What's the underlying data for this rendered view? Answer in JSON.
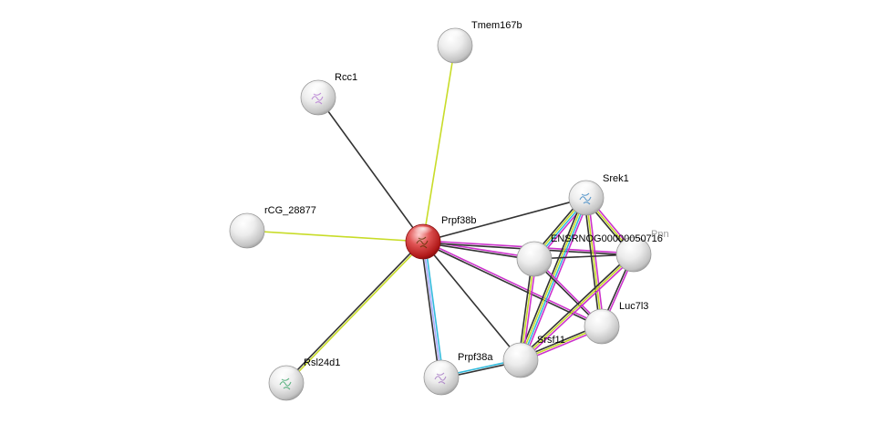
{
  "diagram": {
    "type": "protein-interaction-network",
    "nodes": [
      {
        "id": "prpf38b",
        "label": "Prpf38b",
        "query": true
      },
      {
        "id": "tmem167b",
        "label": "Tmem167b"
      },
      {
        "id": "rcc1",
        "label": "Rcc1"
      },
      {
        "id": "rcg28877",
        "label": "rCG_28877"
      },
      {
        "id": "rsl24d1",
        "label": "Rsl24d1"
      },
      {
        "id": "prpf38a",
        "label": "Prpf38a"
      },
      {
        "id": "srsf11",
        "label": "Srsf11"
      },
      {
        "id": "luc7l3",
        "label": "Luc7l3"
      },
      {
        "id": "ensrnog",
        "label": "ENSRNOG00000050716"
      },
      {
        "id": "srek1",
        "label": "Srek1"
      },
      {
        "id": "pnn",
        "label": "Pnn"
      }
    ],
    "edges": [
      {
        "from": "prpf38b",
        "to": "tmem167b",
        "types": [
          "textmining"
        ]
      },
      {
        "from": "prpf38b",
        "to": "rcc1",
        "types": [
          "coexpression"
        ]
      },
      {
        "from": "prpf38b",
        "to": "rcg28877",
        "types": [
          "textmining"
        ]
      },
      {
        "from": "prpf38b",
        "to": "rsl24d1",
        "types": [
          "textmining",
          "coexpression"
        ]
      },
      {
        "from": "prpf38b",
        "to": "prpf38a",
        "types": [
          "database",
          "homology",
          "coexpression"
        ]
      },
      {
        "from": "prpf38b",
        "to": "srsf11",
        "types": [
          "coexpression"
        ]
      },
      {
        "from": "prpf38b",
        "to": "srek1",
        "types": [
          "coexpression"
        ]
      },
      {
        "from": "prpf38b",
        "to": "ensrnog",
        "types": [
          "experiments",
          "coexpression"
        ]
      },
      {
        "from": "prpf38b",
        "to": "pnn",
        "types": [
          "experiments",
          "coexpression"
        ]
      },
      {
        "from": "prpf38b",
        "to": "luc7l3",
        "types": [
          "experiments",
          "coexpression"
        ]
      },
      {
        "from": "prpf38a",
        "to": "srsf11",
        "types": [
          "database",
          "coexpression"
        ]
      },
      {
        "from": "srek1",
        "to": "ensrnog",
        "types": [
          "experiments",
          "database",
          "textmining",
          "coexpression"
        ]
      },
      {
        "from": "srek1",
        "to": "srsf11",
        "types": [
          "experiments",
          "database",
          "textmining",
          "coexpression"
        ]
      },
      {
        "from": "srek1",
        "to": "luc7l3",
        "types": [
          "experiments",
          "textmining",
          "coexpression"
        ]
      },
      {
        "from": "srek1",
        "to": "pnn",
        "types": [
          "experiments",
          "textmining",
          "coexpression"
        ]
      },
      {
        "from": "ensrnog",
        "to": "srsf11",
        "types": [
          "experiments",
          "textmining",
          "coexpression"
        ]
      },
      {
        "from": "ensrnog",
        "to": "luc7l3",
        "types": [
          "experiments",
          "coexpression"
        ]
      },
      {
        "from": "ensrnog",
        "to": "pnn",
        "types": [
          "coexpression"
        ]
      },
      {
        "from": "pnn",
        "to": "srsf11",
        "types": [
          "experiments",
          "textmining",
          "coexpression"
        ]
      },
      {
        "from": "pnn",
        "to": "luc7l3",
        "types": [
          "experiments",
          "coexpression"
        ]
      },
      {
        "from": "luc7l3",
        "to": "srsf11",
        "types": [
          "experiments",
          "textmining",
          "coexpression"
        ]
      }
    ],
    "edge_colors": {
      "textmining": "#c8dc28",
      "coexpression": "#333333",
      "experiments": "#cc33cc",
      "database": "#33bbdd",
      "homology": "#aaaaff"
    },
    "node_colors": {
      "query": "#e03030",
      "default": "#e8e8e8"
    }
  }
}
